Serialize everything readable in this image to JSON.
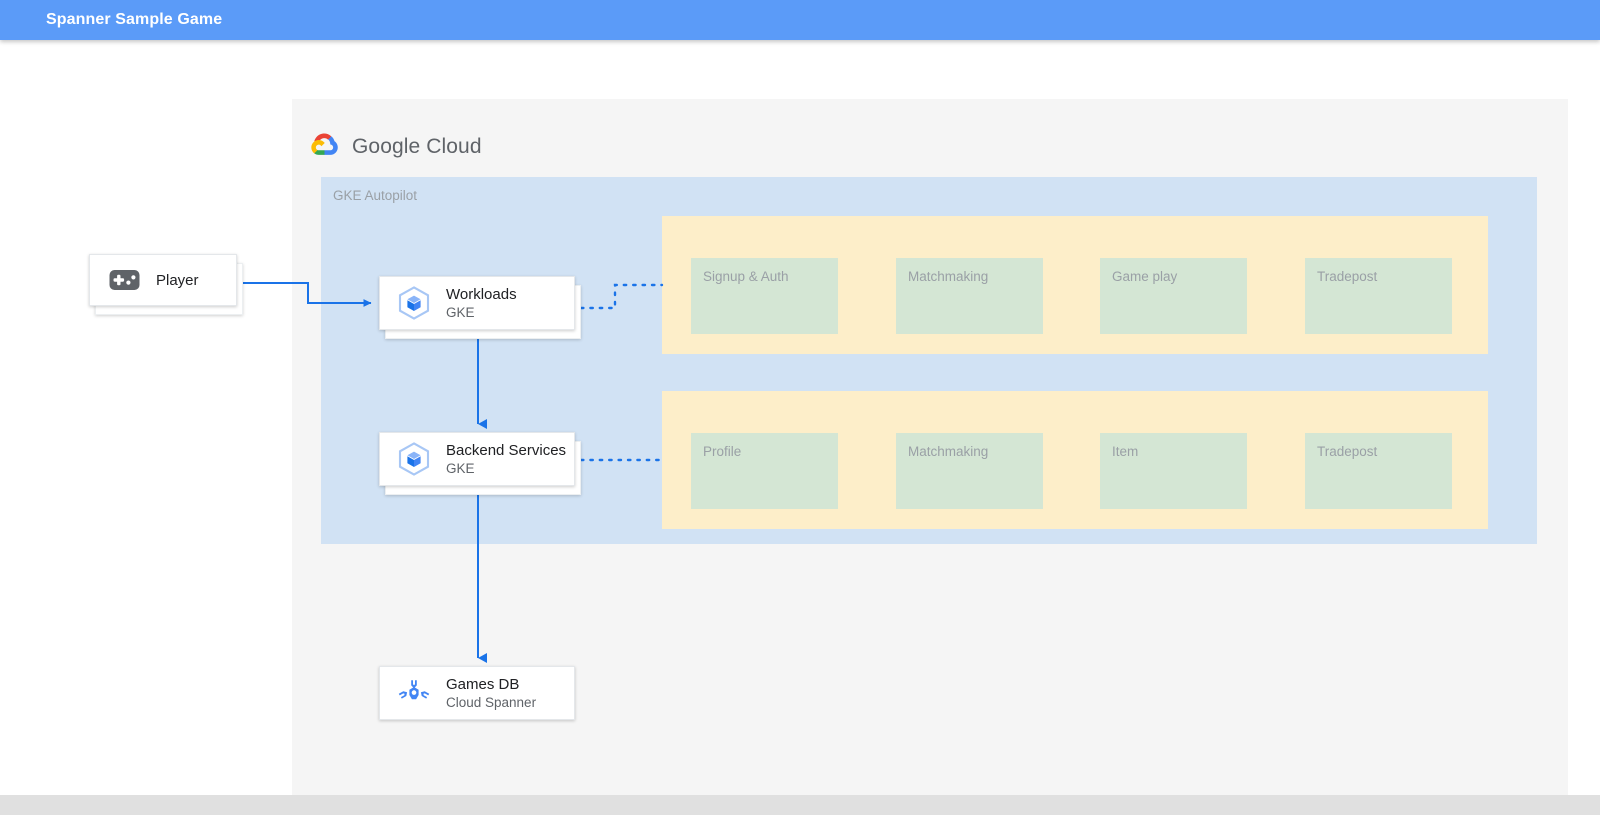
{
  "app": {
    "title": "Spanner Sample Game",
    "bar_color": "#5b9bf8"
  },
  "diagram": {
    "logo": {
      "text": "Google Cloud",
      "icon": "google-cloud-logo-icon"
    },
    "zone": {
      "label": "GKE Autopilot",
      "color": "#d1e2f4"
    },
    "panels": [
      {
        "color": "#fdeec9",
        "boxes": [
          {
            "label": "Signup & Auth",
            "color": "#d4e6d4"
          },
          {
            "label": "Matchmaking",
            "color": "#d4e6d4"
          },
          {
            "label": "Game play",
            "color": "#d4e6d4"
          },
          {
            "label": "Tradepost",
            "color": "#d4e6d4"
          }
        ]
      },
      {
        "color": "#fdeec9",
        "boxes": [
          {
            "label": "Profile",
            "color": "#d4e6d4"
          },
          {
            "label": "Matchmaking",
            "color": "#d4e6d4"
          },
          {
            "label": "Item",
            "color": "#d4e6d4"
          },
          {
            "label": "Tradepost",
            "color": "#d4e6d4"
          }
        ]
      }
    ],
    "nodes": [
      {
        "id": "player",
        "title": "Player",
        "subtitle": "",
        "icon": "gamepad-icon",
        "stacked": true
      },
      {
        "id": "workloads",
        "title": "Workloads",
        "subtitle": "GKE",
        "icon": "gke-icon",
        "stacked": true
      },
      {
        "id": "backend",
        "title": "Backend Services",
        "subtitle": "GKE",
        "icon": "gke-icon",
        "stacked": true
      },
      {
        "id": "gamesdb",
        "title": "Games DB",
        "subtitle": "Cloud Spanner",
        "icon": "cloud-spanner-icon",
        "stacked": false
      }
    ],
    "connector_color": "#1a73e8",
    "connectors": [
      {
        "from": "player",
        "to": "workloads",
        "style": "solid-arrow"
      },
      {
        "from": "workloads",
        "to": "backend",
        "style": "solid-arrow"
      },
      {
        "from": "backend",
        "to": "gamesdb",
        "style": "solid-arrow"
      },
      {
        "from": "workloads",
        "to": "panel-0",
        "style": "dotted"
      },
      {
        "from": "backend",
        "to": "panel-1",
        "style": "dotted"
      }
    ]
  }
}
